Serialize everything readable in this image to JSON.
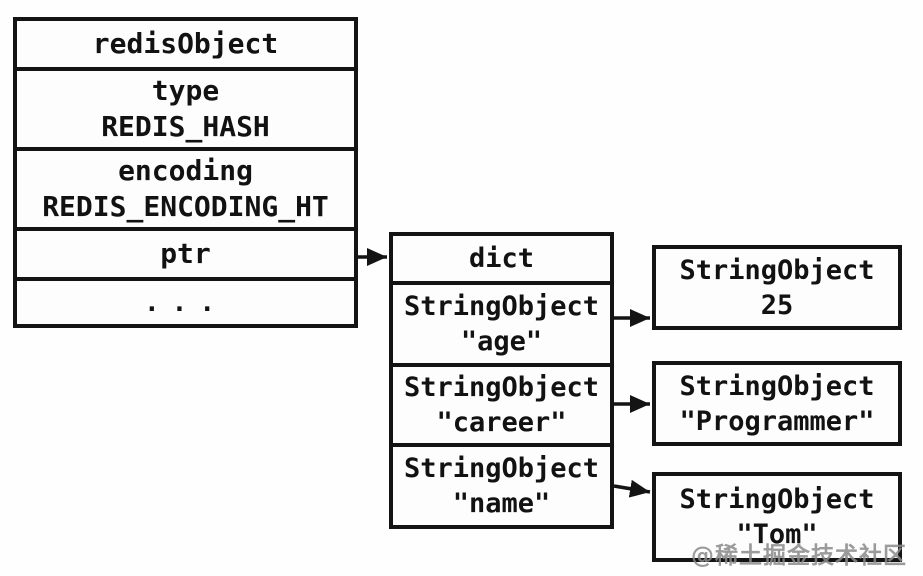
{
  "colors": {
    "line": "#141414",
    "background": "#fefefe",
    "watermark": "#8a8a8a"
  },
  "redis_object_box": {
    "header": "redisObject",
    "type_label": "type",
    "type_value": "REDIS_HASH",
    "encoding_label": "encoding",
    "encoding_value": "REDIS_ENCODING_HT",
    "ptr_label": "ptr",
    "ellipsis": "..."
  },
  "dict_box": {
    "header": "dict",
    "entries": [
      {
        "class": "StringObject",
        "key": "\"age\""
      },
      {
        "class": "StringObject",
        "key": "\"career\""
      },
      {
        "class": "StringObject",
        "key": "\"name\""
      }
    ]
  },
  "value_boxes": [
    {
      "class": "StringObject",
      "value": "25"
    },
    {
      "class": "StringObject",
      "value": "\"Programmer\""
    },
    {
      "class": "StringObject",
      "value": "\"Tom\""
    }
  ],
  "connections": [
    {
      "from": "ptr",
      "to": "dict"
    },
    {
      "from": "age",
      "to": "25"
    },
    {
      "from": "career",
      "to": "Programmer"
    },
    {
      "from": "name",
      "to": "Tom"
    }
  ],
  "watermark": "@稀土掘金技术社区"
}
